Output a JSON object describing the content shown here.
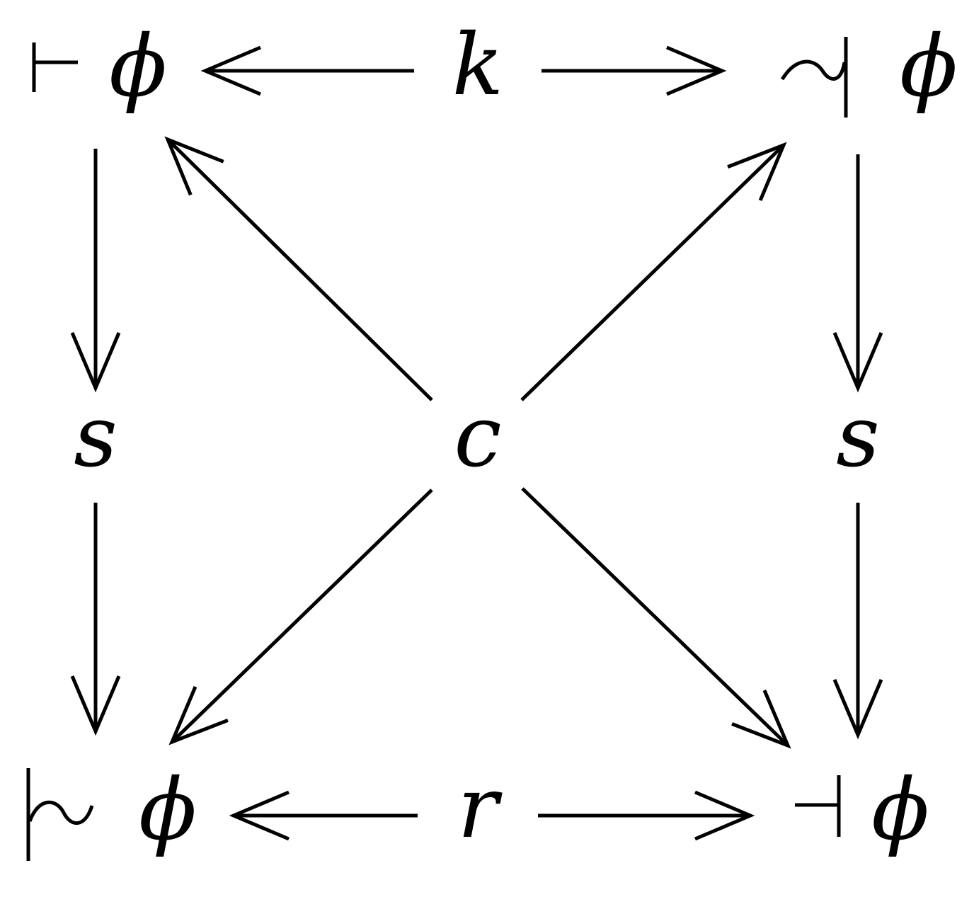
{
  "nodes": {
    "top_left": {
      "symbol": "turnstile",
      "label": "ϕ"
    },
    "top_center": {
      "label": "k"
    },
    "top_right": {
      "symbol": "reversed-snake-turnstile",
      "label": "ϕ"
    },
    "mid_left": {
      "label": "s"
    },
    "center": {
      "label": "c"
    },
    "mid_right": {
      "label": "s"
    },
    "bottom_left": {
      "symbol": "snake-turnstile",
      "label": "ϕ"
    },
    "bottom_center": {
      "label": "r"
    },
    "bottom_right": {
      "symbol": "reversed-turnstile",
      "label": "ϕ"
    }
  },
  "edges": [
    {
      "from": "top_center",
      "to": "top_left"
    },
    {
      "from": "top_center",
      "to": "top_right"
    },
    {
      "from": "top_left",
      "to": "mid_left"
    },
    {
      "from": "mid_left",
      "to": "bottom_left"
    },
    {
      "from": "top_right",
      "to": "mid_right"
    },
    {
      "from": "mid_right",
      "to": "bottom_right"
    },
    {
      "from": "center",
      "to": "top_left"
    },
    {
      "from": "center",
      "to": "top_right"
    },
    {
      "from": "center",
      "to": "bottom_left"
    },
    {
      "from": "center",
      "to": "bottom_right"
    },
    {
      "from": "bottom_center",
      "to": "bottom_left"
    },
    {
      "from": "bottom_center",
      "to": "bottom_right"
    }
  ]
}
